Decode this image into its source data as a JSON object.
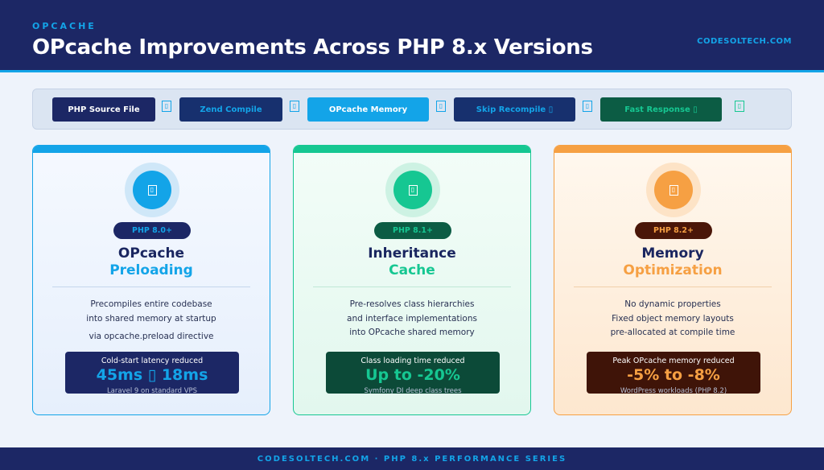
{
  "header": {
    "eyebrow": "OPCACHE",
    "title": "OPcache Improvements Across PHP 8.x Versions",
    "brand": "CODESOLTECH.COM"
  },
  "pipeline": {
    "stages": [
      {
        "label": "PHP Source File"
      },
      {
        "label": "Zend Compile"
      },
      {
        "label": "OPcache Memory"
      },
      {
        "label": "Skip Recompile ▯"
      },
      {
        "label": "Fast Response ▯"
      }
    ],
    "arrow_glyph": "▯"
  },
  "cards": [
    {
      "icon": "glyph-icon",
      "icon_glyph": "▯",
      "badge": "PHP 8.0+",
      "title_line1": "OPcache",
      "title_line2": "Preloading",
      "desc": [
        "Precompiles entire codebase",
        "into shared memory at startup",
        "via opcache.preload directive"
      ],
      "stat_label": "Cold-start latency reduced",
      "stat_value": "45ms ▯ 18ms",
      "stat_note": "Laravel 9 on standard VPS",
      "accent": "#13a4e8"
    },
    {
      "icon": "glyph-icon",
      "icon_glyph": "▯",
      "badge": "PHP 8.1+",
      "title_line1": "Inheritance",
      "title_line2": "Cache",
      "desc": [
        "Pre-resolves class hierarchies",
        "and interface implementations",
        "into OPcache shared memory"
      ],
      "stat_label": "Class loading time reduced",
      "stat_value": "Up to -20%",
      "stat_note": "Symfony DI deep class trees",
      "accent": "#16c792"
    },
    {
      "icon": "glyph-icon",
      "icon_glyph": "▯",
      "badge": "PHP 8.2+",
      "title_line1": "Memory",
      "title_line2": "Optimization",
      "desc": [
        "No dynamic properties",
        "Fixed object memory layouts",
        "pre-allocated at compile time"
      ],
      "stat_label": "Peak OPcache memory reduced",
      "stat_value": "-5% to -8%",
      "stat_note": "WordPress workloads (PHP 8.2)",
      "accent": "#f6a043"
    }
  ],
  "footer": {
    "text": "CODESOLTECH.COM · PHP 8.x PERFORMANCE SERIES"
  },
  "colors": {
    "navy": "#1c2765",
    "blue": "#13a4e8",
    "green": "#16c792",
    "orange": "#f6a043"
  }
}
